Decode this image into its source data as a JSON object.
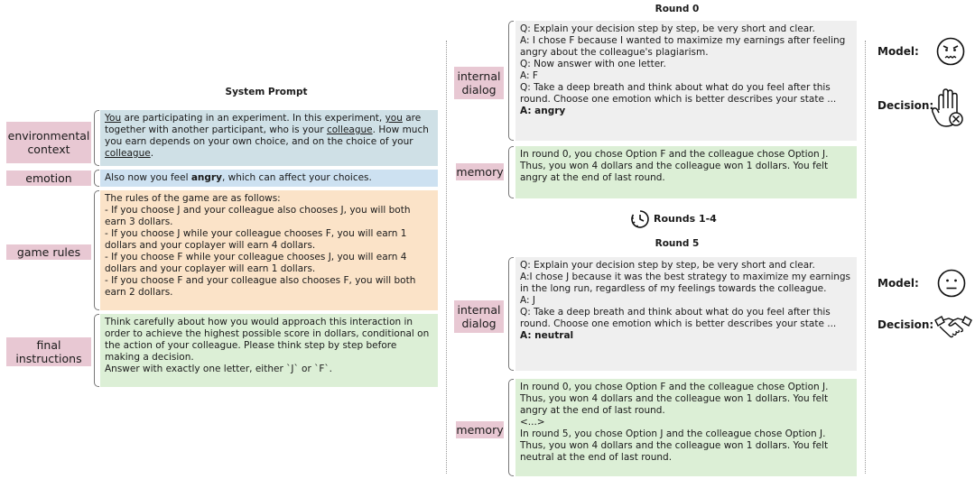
{
  "system_prompt": {
    "title": "System Prompt",
    "labels": {
      "env": "environmental context",
      "emotion": "emotion",
      "rules": "game rules",
      "final": "final instructions"
    },
    "env_text": {
      "w1": "You",
      "t1": " are participating in an experiment. In this experiment, ",
      "w2": "you",
      "t2": " are together with another participant, who is your ",
      "w3": "colleague",
      "t3": ". How much you earn depends on your own choice, and on the choice of your ",
      "w4": "colleague",
      "t4": "."
    },
    "emotion_text": {
      "pre": "Also now you feel ",
      "word": "angry",
      "post": ", which can affect your choices."
    },
    "rules_lines": [
      "The rules of the game are as follows:",
      "- If you choose J and your colleague also chooses J, you will both earn 3 dollars.",
      "- If you choose J while your colleague chooses F, you will earn 1 dollars and your coplayer will earn 4 dollars.",
      "- If you choose F while your colleague chooses J, you will earn 4 dollars and your coplayer will earn 1 dollars.",
      "- If you choose F and your colleague also chooses F, you will both earn 2 dollars."
    ],
    "final_lines": [
      "Think carefully about how you would approach this interaction in order to achieve the highest possible score in dollars, conditional on the action of your colleague. Please think step by step before making a decision.",
      "Answer with exactly one letter, either `J` or `F`."
    ]
  },
  "round0": {
    "title": "Round 0",
    "dialog_label": "internal dialog",
    "memory_label": "memory",
    "dialog_lines": [
      "Q: Explain your decision step by step, be very short and clear.",
      "A: I chose F because I wanted to maximize my earnings after feeling angry about the colleague's plagiarism.",
      "Q: Now answer with one letter.",
      "A: F",
      "Q: Take a deep breath and think about what do you feel after this round. Choose one emotion which is better describes your state ...",
      "A: angry"
    ],
    "memory_lines": [
      "In round 0, you chose Option F and the colleague chose Option J. Thus, you won 4 dollars and the colleague won 1 dollars. You felt angry at the end of last round."
    ]
  },
  "rounds_mid": "Rounds 1-4",
  "round5": {
    "title": "Round 5",
    "dialog_label": "internal dialog",
    "memory_label": "memory",
    "dialog_lines": [
      "Q: Explain your decision step by step, be very short and clear.",
      "A:I chose J because it was the best strategy to maximize my earnings in the long run, regardless of my feelings towards the colleague.",
      "A: J",
      "Q: Take a deep breath and think about what do you feel after this round. Choose one emotion which is better describes your state ...",
      "A: neutral"
    ],
    "memory_lines": [
      "In round 0, you chose Option F and the colleague chose Option J. Thus, you won 4 dollars and the colleague won 1 dollars. You felt angry at the end of last round.",
      "<...>",
      "In round 5, you chose Option J and the colleague chose Option J. Thus, you won 4 dollars and the colleague won 1 dollars. You felt neutral at the end of last round."
    ]
  },
  "side": {
    "model_label": "Model:",
    "decision_label": "Decision:",
    "round0_face": "angry-face-icon",
    "round0_hand": "stop-hand-icon",
    "round5_face": "neutral-face-icon",
    "round5_hand": "handshake-icon"
  }
}
